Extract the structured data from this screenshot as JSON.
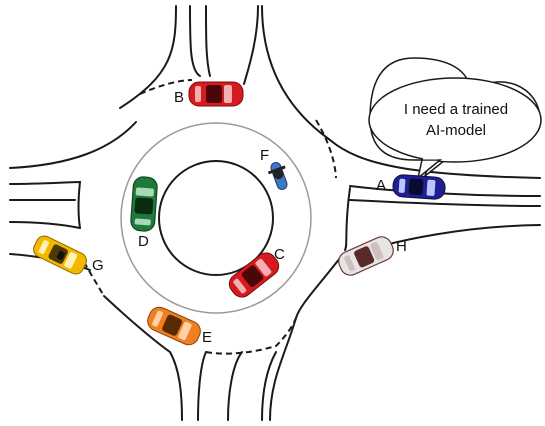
{
  "speech_bubble": {
    "line1": "I need a trained",
    "line2": "AI-model"
  },
  "vehicles": [
    {
      "label": "A",
      "kind": "car",
      "color": "#1f1f8f",
      "icon": "car-icon"
    },
    {
      "label": "B",
      "kind": "car",
      "color": "#d71920",
      "icon": "car-icon"
    },
    {
      "label": "C",
      "kind": "car",
      "color": "#d71920",
      "icon": "car-icon"
    },
    {
      "label": "D",
      "kind": "car",
      "color": "#1e7a3a",
      "icon": "car-icon"
    },
    {
      "label": "E",
      "kind": "car",
      "color": "#f07f1f",
      "icon": "car-icon"
    },
    {
      "label": "F",
      "kind": "motorcycle",
      "color": "#3b79c6",
      "icon": "motorcycle-icon"
    },
    {
      "label": "G",
      "kind": "taxi",
      "color": "#f5b800",
      "icon": "taxi-icon"
    },
    {
      "label": "H",
      "kind": "car",
      "color": "#e8e4e4",
      "icon": "car-icon"
    }
  ]
}
